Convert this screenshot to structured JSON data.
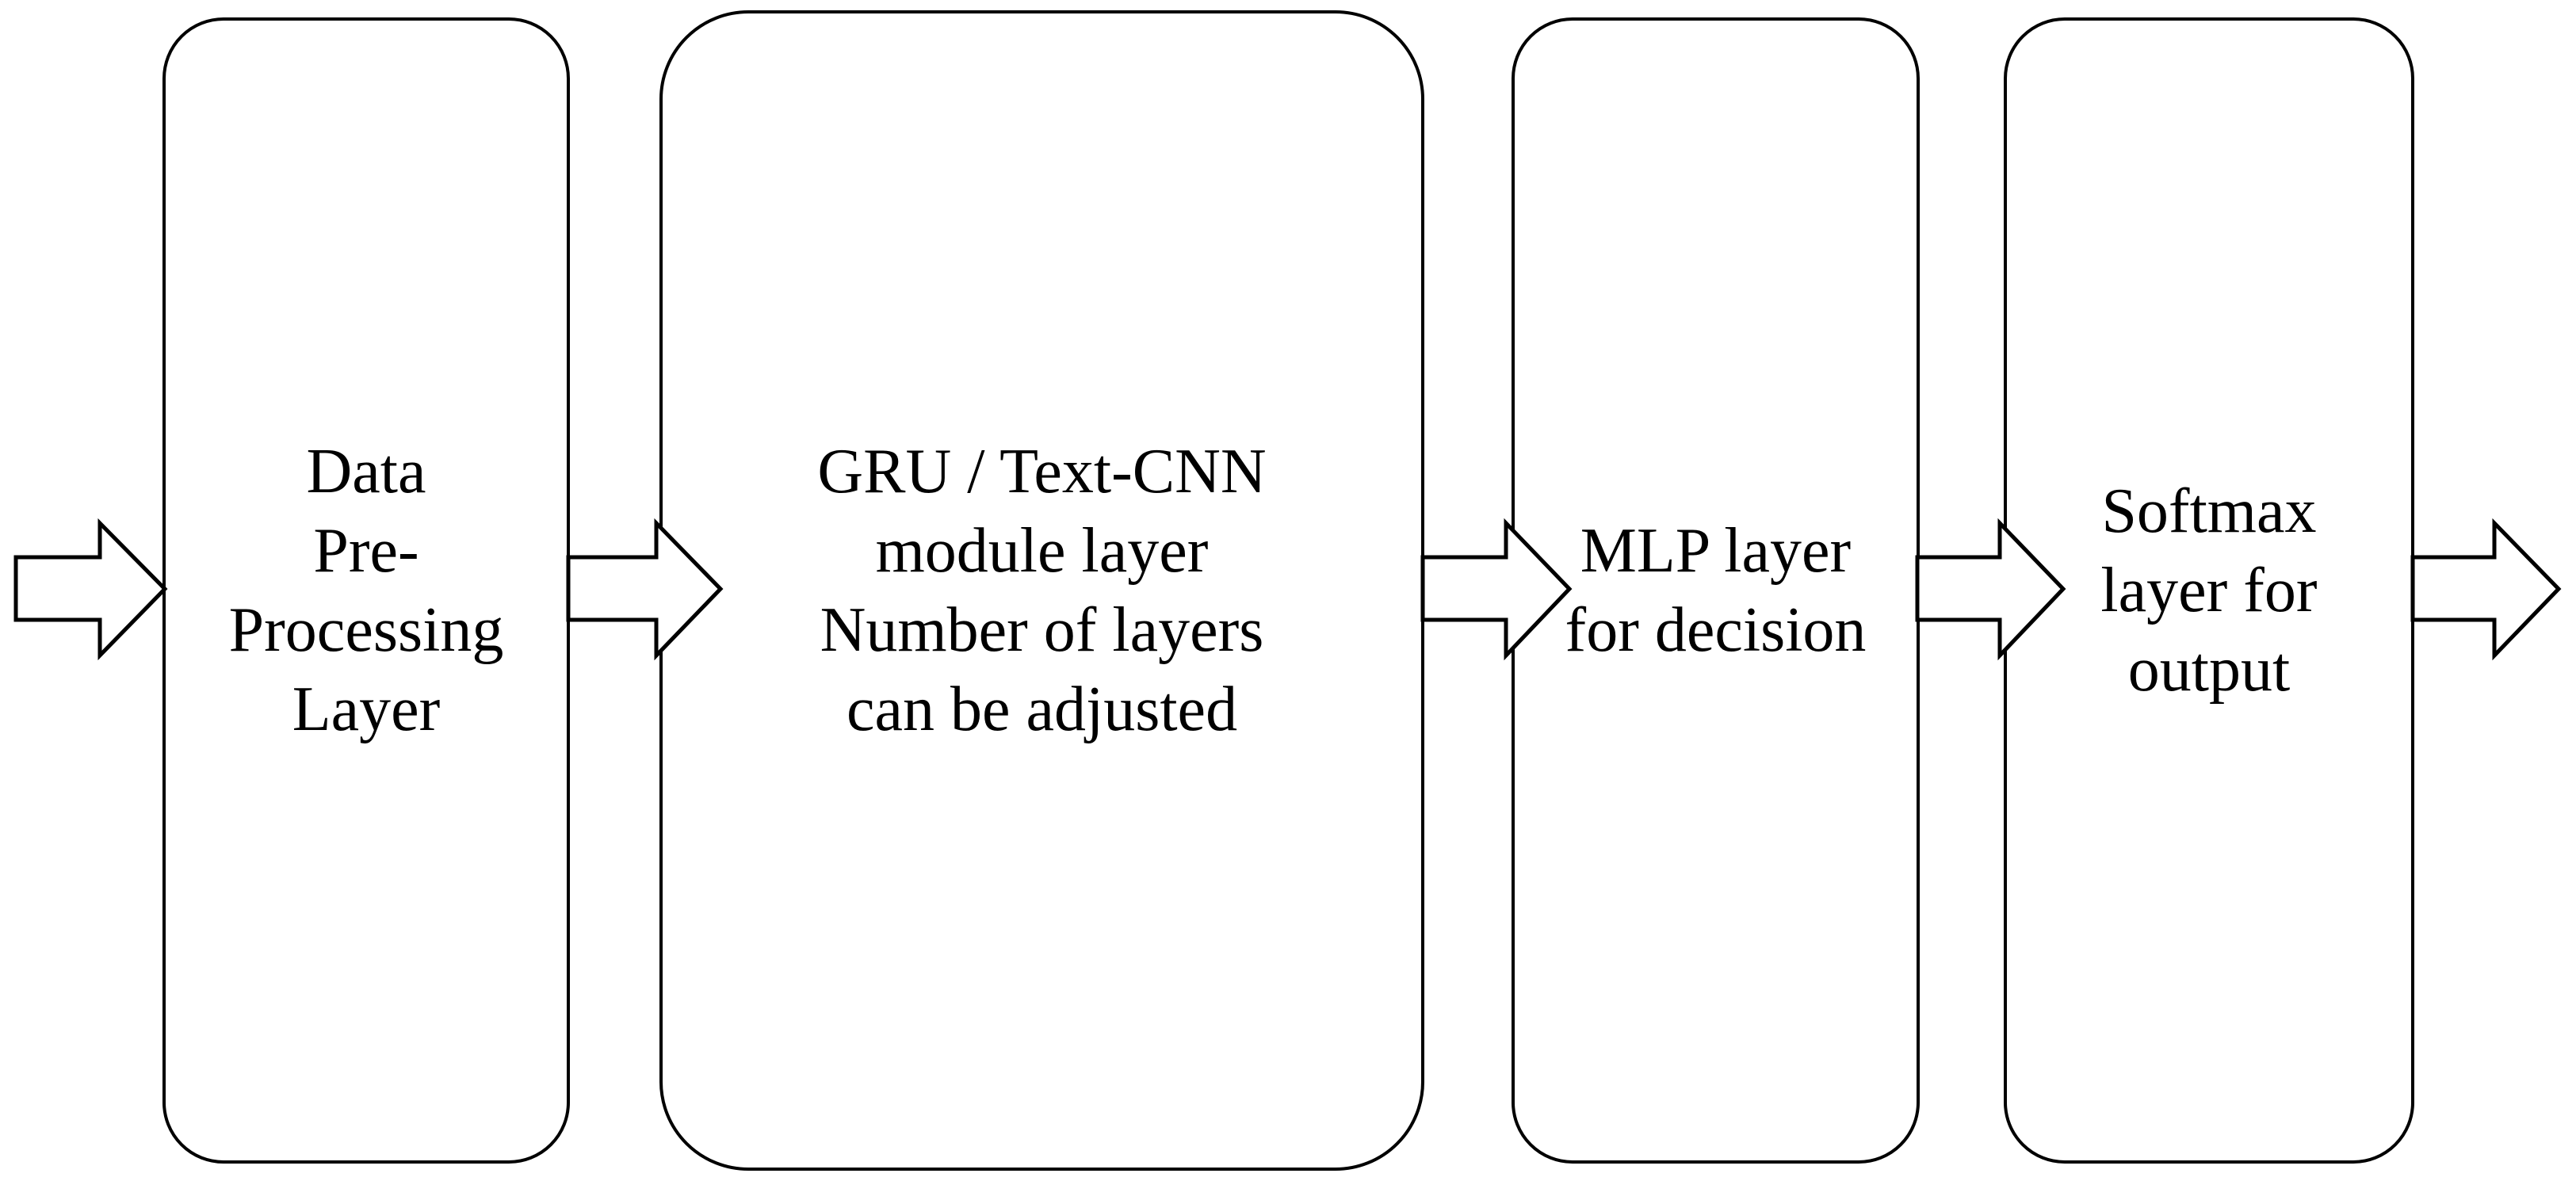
{
  "page": {
    "background_color": "#ffffff",
    "line_color": "#000000",
    "shape_fill_color": "#ffffff"
  },
  "boxes": [
    {
      "id": "data-preprocessing-layer",
      "label": "Data\nPre-\nProcessing\nLayer"
    },
    {
      "id": "gru-textcnn-module-layer",
      "label": "GRU / Text-CNN\nmodule layer\nNumber of layers\ncan be adjusted"
    },
    {
      "id": "mlp-layer",
      "label": "MLP layer\nfor decision"
    },
    {
      "id": "softmax-layer",
      "label": "Softmax\nlayer for\noutput"
    }
  ],
  "arrows": [
    {
      "id": "input-arrow"
    },
    {
      "id": "arrow-preprocessing-to-gru"
    },
    {
      "id": "arrow-gru-to-mlp"
    },
    {
      "id": "arrow-mlp-to-softmax"
    },
    {
      "id": "output-arrow"
    }
  ]
}
